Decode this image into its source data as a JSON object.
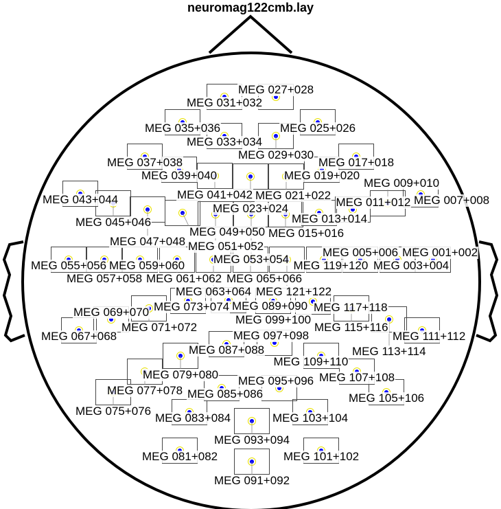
{
  "title": "neuromag122cmb.lay",
  "colors": {
    "outline": "#000000",
    "box": "#444444",
    "ring": "#e8e000",
    "dot": "#0000ff"
  },
  "sensors": [
    "MEG 031+032",
    "MEG 027+028",
    "MEG 035+036",
    "MEG 025+026",
    "MEG 033+034",
    "MEG 029+030",
    "MEG 037+038",
    "MEG 017+018",
    "MEG 039+040",
    "MEG 019+020",
    "MEG 041+042",
    "MEG 023+024",
    "MEG 021+022",
    "MEG 043+044",
    "MEG 045+046",
    "MEG 047+048",
    "MEG 049+050",
    "MEG 051+052",
    "MEG 053+054",
    "MEG 015+016",
    "MEG 013+014",
    "MEG 011+012",
    "MEG 009+010",
    "MEG 007+008",
    "MEG 055+056",
    "MEG 057+058",
    "MEG 059+060",
    "MEG 061+062",
    "MEG 063+064",
    "MEG 065+066",
    "MEG 121+122",
    "MEG 119+120",
    "MEG 005+006",
    "MEG 003+004",
    "MEG 001+002",
    "MEG 067+068",
    "MEG 069+070",
    "MEG 071+072",
    "MEG 073+074",
    "MEG 089+090",
    "MEG 099+100",
    "MEG 117+118",
    "MEG 115+116",
    "MEG 113+114",
    "MEG 111+112",
    "MEG 087+088",
    "MEG 097+098",
    "MEG 079+080",
    "MEG 109+110",
    "MEG 077+078",
    "MEG 107+108",
    "MEG 075+076",
    "MEG 105+106",
    "MEG 085+086",
    "MEG 095+096",
    "MEG 083+084",
    "MEG 103+104",
    "MEG 093+094",
    "MEG 081+082",
    "MEG 101+102",
    "MEG 091+092"
  ]
}
